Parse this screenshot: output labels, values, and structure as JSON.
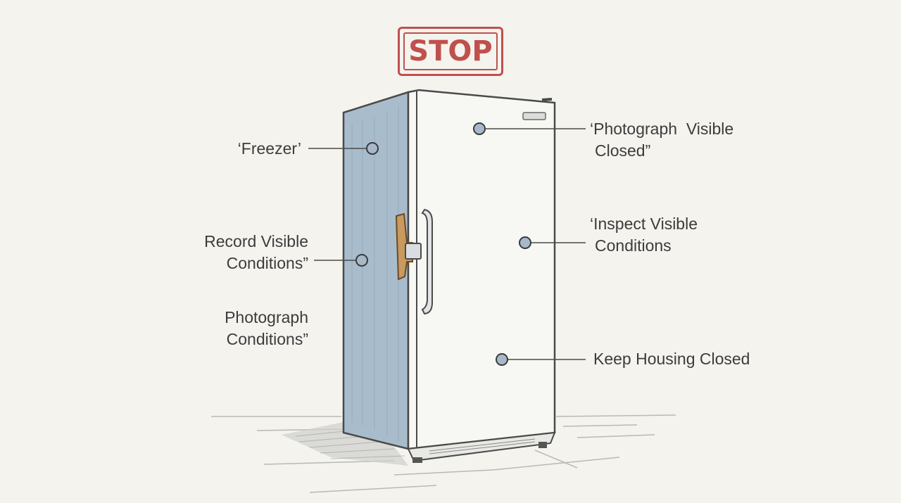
{
  "sign": {
    "text": "STOP",
    "color": "#c0504d"
  },
  "labels": {
    "freezer": "‘Freezer’",
    "record_line1": "Record Visible",
    "record_line2": "Conditions”",
    "photograph_line1": "Photograph",
    "photograph_line2": "Conditions”",
    "photo_closed_line1": "‘Photograph  Visible",
    "photo_closed_line2": "Closed”",
    "inspect_line1": "‘Inspect Visible",
    "inspect_line2": "Conditions",
    "keep_closed": "Keep Housing Closed"
  },
  "colors": {
    "side_panel": "#a9bccb",
    "door": "#f7f7f3",
    "latch": "#c9995e",
    "marker": "#a7b9c9",
    "outline": "#4a4a4a"
  }
}
